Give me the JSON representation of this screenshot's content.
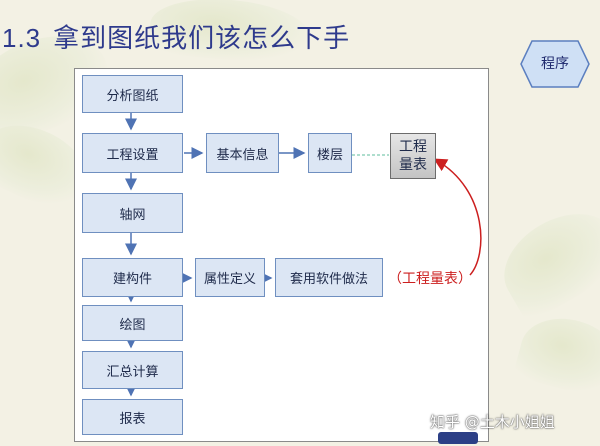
{
  "slide": {
    "number": "1.3",
    "title": "拿到图纸我们该怎么下手"
  },
  "badge": {
    "label": "程序"
  },
  "flowchart": {
    "main": {
      "analyze": "分析图纸",
      "setup": "工程设置",
      "grid": "轴网",
      "build": "建构件",
      "draw": "绘图",
      "summary": "汇总计算",
      "report": "报表"
    },
    "setup_branch": {
      "basic_info": "基本信息",
      "floors": "楼层",
      "quantity_sheet_line1": "工程",
      "quantity_sheet_line2": "量表"
    },
    "build_branch": {
      "attr_def": "属性定义",
      "apply_method": "套用软件做法",
      "annotation": "（工程量表）"
    }
  },
  "colors": {
    "title": "#2e3a8c",
    "box_fill": "#dce6f4",
    "box_border": "#6f8fc0",
    "arrow": "#4f73b4",
    "annotation_red": "#cc1f1f"
  },
  "watermark": {
    "text": "知乎 @土木小姐姐"
  }
}
